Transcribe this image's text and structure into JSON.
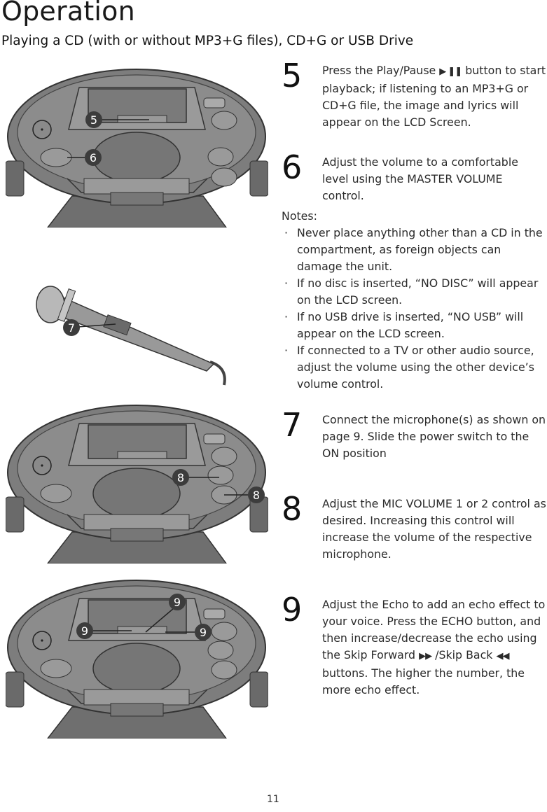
{
  "header": {
    "title": "Operation",
    "subtitle": "Playing a CD (with or without MP3+G files), CD+G or USB Drive"
  },
  "steps": [
    {
      "number": "5",
      "text_before": "Press the Play/Pause ",
      "icon": "play-pause-icon",
      "icon_glyph": "▶ ❚❚",
      "text_after": " button to start playback; if listening to an MP3+G or CD+G file, the image and lyrics will appear on the LCD Screen."
    },
    {
      "number": "6",
      "text": "Adjust the volume to a comfortable level using the MASTER VOLUME control."
    },
    {
      "number": "7",
      "text": "Connect the microphone(s) as shown on page 9. Slide the power switch to the ON position"
    },
    {
      "number": "8",
      "text": "Adjust the MIC VOLUME 1 or 2 control as desired. Increasing this control will increase the volume of the respective microphone."
    },
    {
      "number": "9",
      "text_before": "Adjust the Echo to add an echo effect to your voice. Press the ECHO button, and then increase/decrease the echo using the Skip Forward ",
      "icon1_glyph": "▶▶",
      "text_middle": " /Skip Back ",
      "icon2_glyph": "◀◀",
      "text_after": " buttons. The higher the number, the more echo effect."
    }
  ],
  "notes": {
    "heading": "Notes:",
    "items": [
      "Never place anything other than a CD in the compartment, as foreign objects can damage the unit.",
      "If no disc is inserted, “NO DISC” will appear on the LCD screen.",
      "If no USB drive is inserted, “NO USB” will appear on the LCD screen.",
      "If connected to a TV or other audio source, adjust the volume using the other device’s volume control."
    ]
  },
  "callouts": {
    "fig1": [
      "5",
      "6"
    ],
    "fig2": [
      "7"
    ],
    "fig3": [
      "8",
      "8"
    ],
    "fig4": [
      "9",
      "9",
      "9"
    ]
  },
  "colors": {
    "device_body": "#8a8a8a",
    "device_dark": "#5a5a5a",
    "device_light": "#b8b8b8",
    "callout_fill": "#3c3c3c",
    "callout_text": "#ffffff"
  },
  "footer": {
    "page_number": "11"
  }
}
